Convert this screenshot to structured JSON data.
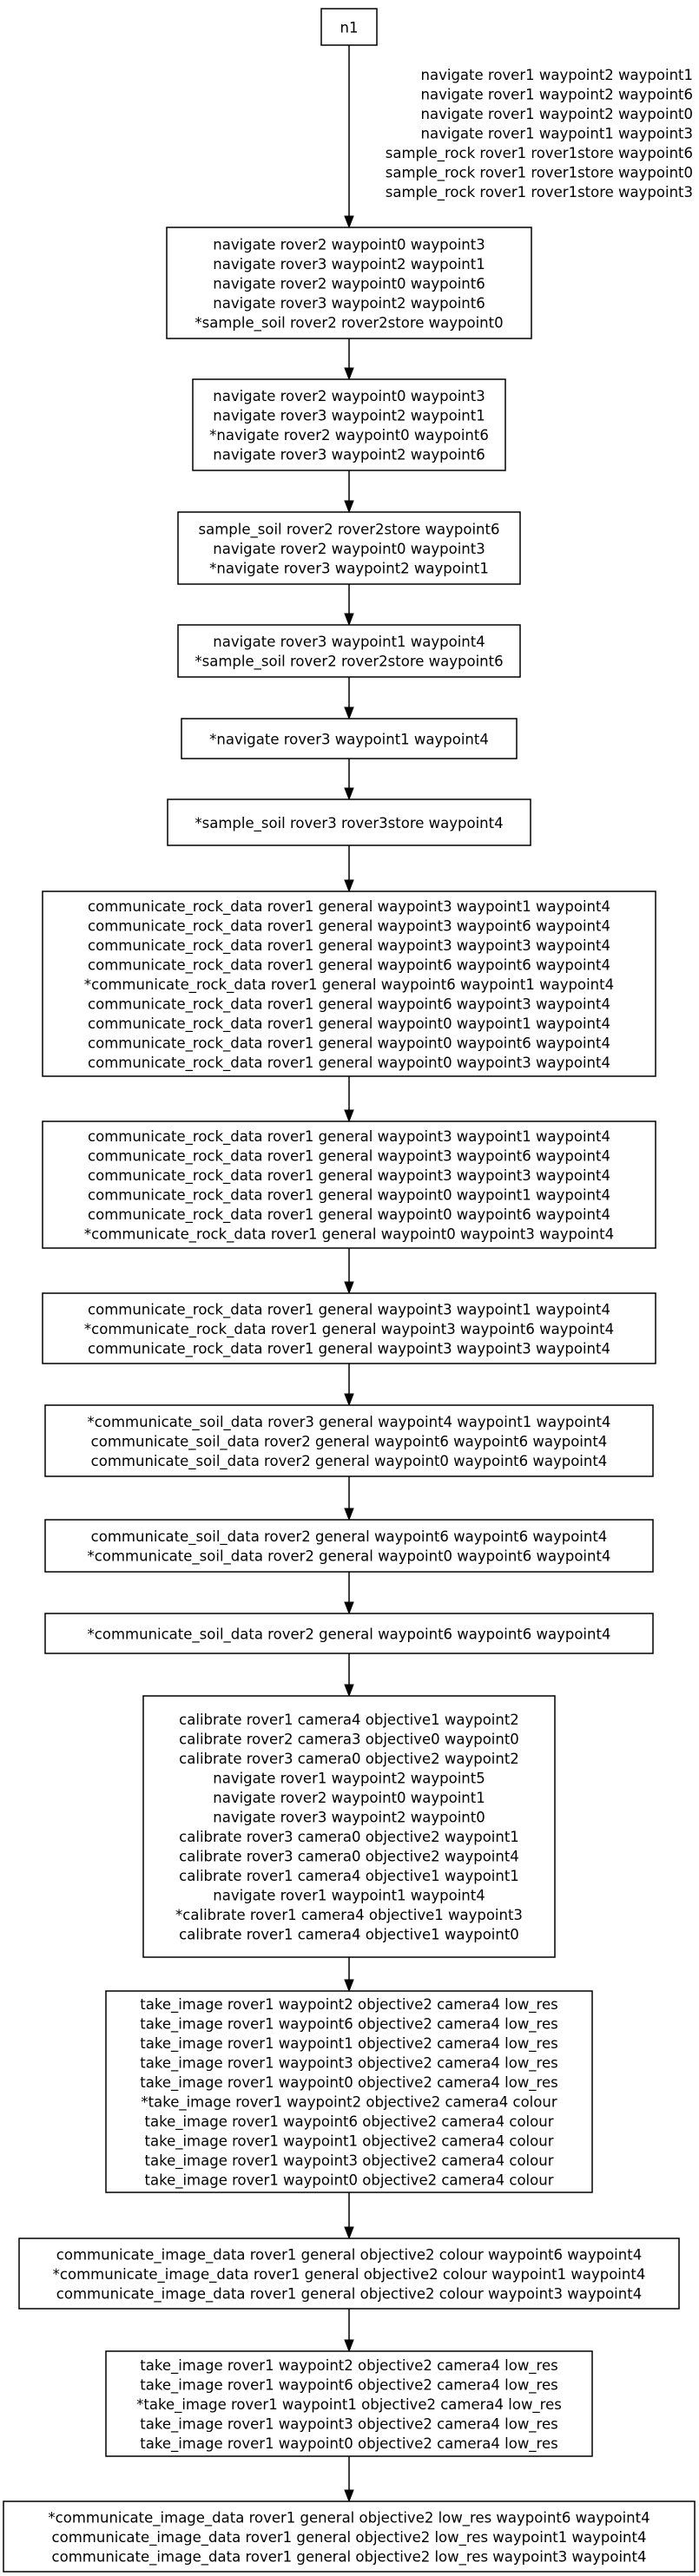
{
  "graph": {
    "nodes": [
      {
        "id": "n1",
        "lines": [
          "n1"
        ]
      },
      {
        "id": "n2",
        "lines": [
          "navigate rover2 waypoint0 waypoint3",
          "navigate rover3 waypoint2 waypoint1",
          "navigate rover2 waypoint0 waypoint6",
          "navigate rover3 waypoint2 waypoint6",
          "*sample_soil rover2 rover2store waypoint0"
        ]
      },
      {
        "id": "n3",
        "lines": [
          "navigate rover2 waypoint0 waypoint3",
          "navigate rover3 waypoint2 waypoint1",
          "*navigate rover2 waypoint0 waypoint6",
          "navigate rover3 waypoint2 waypoint6"
        ]
      },
      {
        "id": "n4",
        "lines": [
          "sample_soil rover2 rover2store waypoint6",
          "navigate rover2 waypoint0 waypoint3",
          "*navigate rover3 waypoint2 waypoint1"
        ]
      },
      {
        "id": "n5",
        "lines": [
          "navigate rover3 waypoint1 waypoint4",
          "*sample_soil rover2 rover2store waypoint6"
        ]
      },
      {
        "id": "n6",
        "lines": [
          "*navigate rover3 waypoint1 waypoint4"
        ]
      },
      {
        "id": "n7",
        "lines": [
          "*sample_soil rover3 rover3store waypoint4"
        ]
      },
      {
        "id": "n8",
        "lines": [
          "communicate_rock_data rover1 general waypoint3 waypoint1 waypoint4",
          "communicate_rock_data rover1 general waypoint3 waypoint6 waypoint4",
          "communicate_rock_data rover1 general waypoint3 waypoint3 waypoint4",
          "communicate_rock_data rover1 general waypoint6 waypoint6 waypoint4",
          "*communicate_rock_data rover1 general waypoint6 waypoint1 waypoint4",
          "communicate_rock_data rover1 general waypoint6 waypoint3 waypoint4",
          "communicate_rock_data rover1 general waypoint0 waypoint1 waypoint4",
          "communicate_rock_data rover1 general waypoint0 waypoint6 waypoint4",
          "communicate_rock_data rover1 general waypoint0 waypoint3 waypoint4"
        ]
      },
      {
        "id": "n9",
        "lines": [
          "communicate_rock_data rover1 general waypoint3 waypoint1 waypoint4",
          "communicate_rock_data rover1 general waypoint3 waypoint6 waypoint4",
          "communicate_rock_data rover1 general waypoint3 waypoint3 waypoint4",
          "communicate_rock_data rover1 general waypoint0 waypoint1 waypoint4",
          "communicate_rock_data rover1 general waypoint0 waypoint6 waypoint4",
          "*communicate_rock_data rover1 general waypoint0 waypoint3 waypoint4"
        ]
      },
      {
        "id": "n10",
        "lines": [
          "communicate_rock_data rover1 general waypoint3 waypoint1 waypoint4",
          "*communicate_rock_data rover1 general waypoint3 waypoint6 waypoint4",
          "communicate_rock_data rover1 general waypoint3 waypoint3 waypoint4"
        ]
      },
      {
        "id": "n11",
        "lines": [
          "*communicate_soil_data rover3 general waypoint4 waypoint1 waypoint4",
          "communicate_soil_data rover2 general waypoint6 waypoint6 waypoint4",
          "communicate_soil_data rover2 general waypoint0 waypoint6 waypoint4"
        ]
      },
      {
        "id": "n12",
        "lines": [
          "communicate_soil_data rover2 general waypoint6 waypoint6 waypoint4",
          "*communicate_soil_data rover2 general waypoint0 waypoint6 waypoint4"
        ]
      },
      {
        "id": "n13",
        "lines": [
          "*communicate_soil_data rover2 general waypoint6 waypoint6 waypoint4"
        ]
      },
      {
        "id": "n14",
        "lines": [
          "calibrate rover1 camera4 objective1 waypoint2",
          "calibrate rover2 camera3 objective0 waypoint0",
          "calibrate rover3 camera0 objective2 waypoint2",
          "navigate rover1 waypoint2 waypoint5",
          "navigate rover2 waypoint0 waypoint1",
          "navigate rover3 waypoint2 waypoint0",
          "calibrate rover3 camera0 objective2 waypoint1",
          "calibrate rover3 camera0 objective2 waypoint4",
          "calibrate rover1 camera4 objective1 waypoint1",
          "navigate rover1 waypoint1 waypoint4",
          "*calibrate rover1 camera4 objective1 waypoint3",
          "calibrate rover1 camera4 objective1 waypoint0"
        ]
      },
      {
        "id": "n15",
        "lines": [
          "take_image rover1 waypoint2 objective2 camera4 low_res",
          "take_image rover1 waypoint6 objective2 camera4 low_res",
          "take_image rover1 waypoint1 objective2 camera4 low_res",
          "take_image rover1 waypoint3 objective2 camera4 low_res",
          "take_image rover1 waypoint0 objective2 camera4 low_res",
          "*take_image rover1 waypoint2 objective2 camera4 colour",
          "take_image rover1 waypoint6 objective2 camera4 colour",
          "take_image rover1 waypoint1 objective2 camera4 colour",
          "take_image rover1 waypoint3 objective2 camera4 colour",
          "take_image rover1 waypoint0 objective2 camera4 colour"
        ]
      },
      {
        "id": "n16",
        "lines": [
          "communicate_image_data rover1 general objective2 colour waypoint6 waypoint4",
          "*communicate_image_data rover1 general objective2 colour waypoint1 waypoint4",
          "communicate_image_data rover1 general objective2 colour waypoint3 waypoint4"
        ]
      },
      {
        "id": "n17",
        "lines": [
          "take_image rover1 waypoint2 objective2 camera4 low_res",
          "take_image rover1 waypoint6 objective2 camera4 low_res",
          "*take_image rover1 waypoint1 objective2 camera4 low_res",
          "take_image rover1 waypoint3 objective2 camera4 low_res",
          "take_image rover1 waypoint0 objective2 camera4 low_res"
        ]
      },
      {
        "id": "n18",
        "lines": [
          "*communicate_image_data rover1 general objective2 low_res waypoint6 waypoint4",
          "communicate_image_data rover1 general objective2 low_res waypoint1 waypoint4",
          "communicate_image_data rover1 general objective2 low_res waypoint3 waypoint4"
        ]
      }
    ],
    "edges": [
      {
        "from": "n1",
        "to": "n2",
        "lines": [
          "navigate rover1 waypoint2 waypoint1",
          "navigate rover1 waypoint2 waypoint6",
          "navigate rover1 waypoint2 waypoint0",
          "navigate rover1 waypoint1 waypoint3",
          "sample_rock rover1 rover1store waypoint6",
          "sample_rock rover1 rover1store waypoint0",
          "sample_rock rover1 rover1store waypoint3"
        ]
      },
      {
        "from": "n2",
        "to": "n3",
        "lines": []
      },
      {
        "from": "n3",
        "to": "n4",
        "lines": []
      },
      {
        "from": "n4",
        "to": "n5",
        "lines": []
      },
      {
        "from": "n5",
        "to": "n6",
        "lines": []
      },
      {
        "from": "n6",
        "to": "n7",
        "lines": []
      },
      {
        "from": "n7",
        "to": "n8",
        "lines": []
      },
      {
        "from": "n8",
        "to": "n9",
        "lines": []
      },
      {
        "from": "n9",
        "to": "n10",
        "lines": []
      },
      {
        "from": "n10",
        "to": "n11",
        "lines": []
      },
      {
        "from": "n11",
        "to": "n12",
        "lines": []
      },
      {
        "from": "n12",
        "to": "n13",
        "lines": []
      },
      {
        "from": "n13",
        "to": "n14",
        "lines": []
      },
      {
        "from": "n14",
        "to": "n15",
        "lines": []
      },
      {
        "from": "n15",
        "to": "n16",
        "lines": []
      },
      {
        "from": "n16",
        "to": "n17",
        "lines": []
      },
      {
        "from": "n17",
        "to": "n18",
        "lines": []
      }
    ]
  }
}
